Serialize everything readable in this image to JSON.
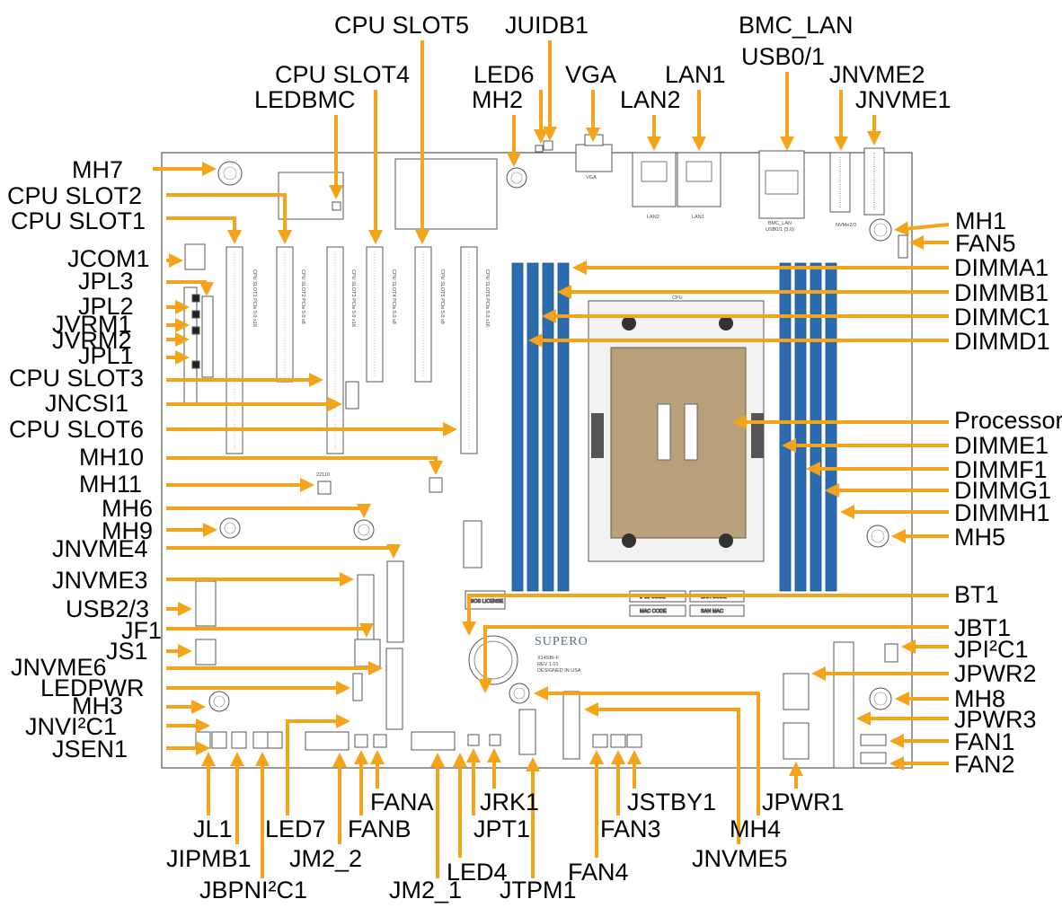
{
  "board": {
    "cpu_label": "CPU",
    "vga_label": "VGA",
    "lan1_label": "LAN1",
    "lan2_label": "LAN2",
    "bmc_lan_label": "BMC_LAN",
    "usb01_label": "USB0/1 (3.0)",
    "jnvme23_label": "NVMe2/3",
    "slot_labels": [
      "CPU SLOT1 PCIe 5.0 x16",
      "CPU SLOT2 PCIe 5.0 x8",
      "CPU SLOT3 PCIe 5.0 x16",
      "CPU SLOT4 PCIe 5.0 x8",
      "CPU SLOT5 PCIe 5.0 x8",
      "CPU SLOT6 PCIe 5.0 x16"
    ],
    "brand": "SUPERO",
    "model": "X14SBI-F",
    "rev": "REV 1.01",
    "designed": "DESIGNED IN USA",
    "ipmi_code": "IPMI CODE",
    "bar_code": "BAR CODE",
    "mac_code": "MAC CODE",
    "san_mac": "SAN MAC",
    "bios_license": "BIOS LICENSE"
  },
  "labels": {
    "cpu_slot5": "CPU SLOT5",
    "juidb1": "JUIDB1",
    "bmc_lan": "BMC_LAN",
    "usb01": "USB0/1",
    "led6": "LED6",
    "cpu_slot4": "CPU SLOT4",
    "mh2": "MH2",
    "vga": "VGA",
    "lan2": "LAN2",
    "lan1": "LAN1",
    "jnvme2": "JNVME2",
    "jnvme1": "JNVME1",
    "ledbmc": "LEDBMC",
    "mh7": "MH7",
    "cpu_slot2": "CPU SLOT2",
    "cpu_slot1": "CPU SLOT1",
    "mh1": "MH1",
    "fan5": "FAN5",
    "jcom1": "JCOM1",
    "jpl3": "JPL3",
    "dimma1": "DIMMA1",
    "dimmb1": "DIMMB1",
    "jpl2": "JPL2",
    "dimmc1": "DIMMC1",
    "jvrm1": "JVRM1",
    "jvrm2": "JVRM2",
    "dimmd1": "DIMMD1",
    "jpl1": "JPL1",
    "cpu_slot3": "CPU SLOT3",
    "jncsi1": "JNCSI1",
    "processor": "Processor",
    "cpu_slot6": "CPU SLOT6",
    "dimme1": "DIMME1",
    "mh10": "MH10",
    "dimmf1": "DIMMF1",
    "mh11": "MH11",
    "dimmg1": "DIMMG1",
    "mh6": "MH6",
    "dimmh1": "DIMMH1",
    "mh9": "MH9",
    "mh5": "MH5",
    "jnvme4": "JNVME4",
    "jnvme3": "JNVME3",
    "bt1": "BT1",
    "usb23": "USB2/3",
    "jf1": "JF1",
    "jbt1": "JBT1",
    "js1": "JS1",
    "jpi2c1": "JPI²C1",
    "jnvme6": "JNVME6",
    "jpwr2": "JPWR2",
    "ledpwr": "LEDPWR",
    "mh8": "MH8",
    "mh3": "MH3",
    "jpwr3": "JPWR3",
    "jnvi2c1": "JNVI²C1",
    "fan1": "FAN1",
    "jsen1": "JSEN1",
    "fan2": "FAN2",
    "fana": "FANA",
    "jrk1": "JRK1",
    "jstby1": "JSTBY1",
    "jpwr1": "JPWR1",
    "jl1": "JL1",
    "led7": "LED7",
    "fanb": "FANB",
    "jpt1": "JPT1",
    "fan3": "FAN3",
    "mh4": "MH4",
    "jipmb1": "JIPMB1",
    "jm2_2": "JM2_2",
    "led4": "LED4",
    "fan4": "FAN4",
    "jnvme5": "JNVME5",
    "jbpni2c1": "JBPNI²C1",
    "jm2_1": "JM2_1",
    "jtpm1": "JTPM1"
  },
  "colors": {
    "arrow": "#f5a41a",
    "dimm": "#2d6bb0",
    "socket": "#b8a17a",
    "board_outline": "#555555"
  }
}
